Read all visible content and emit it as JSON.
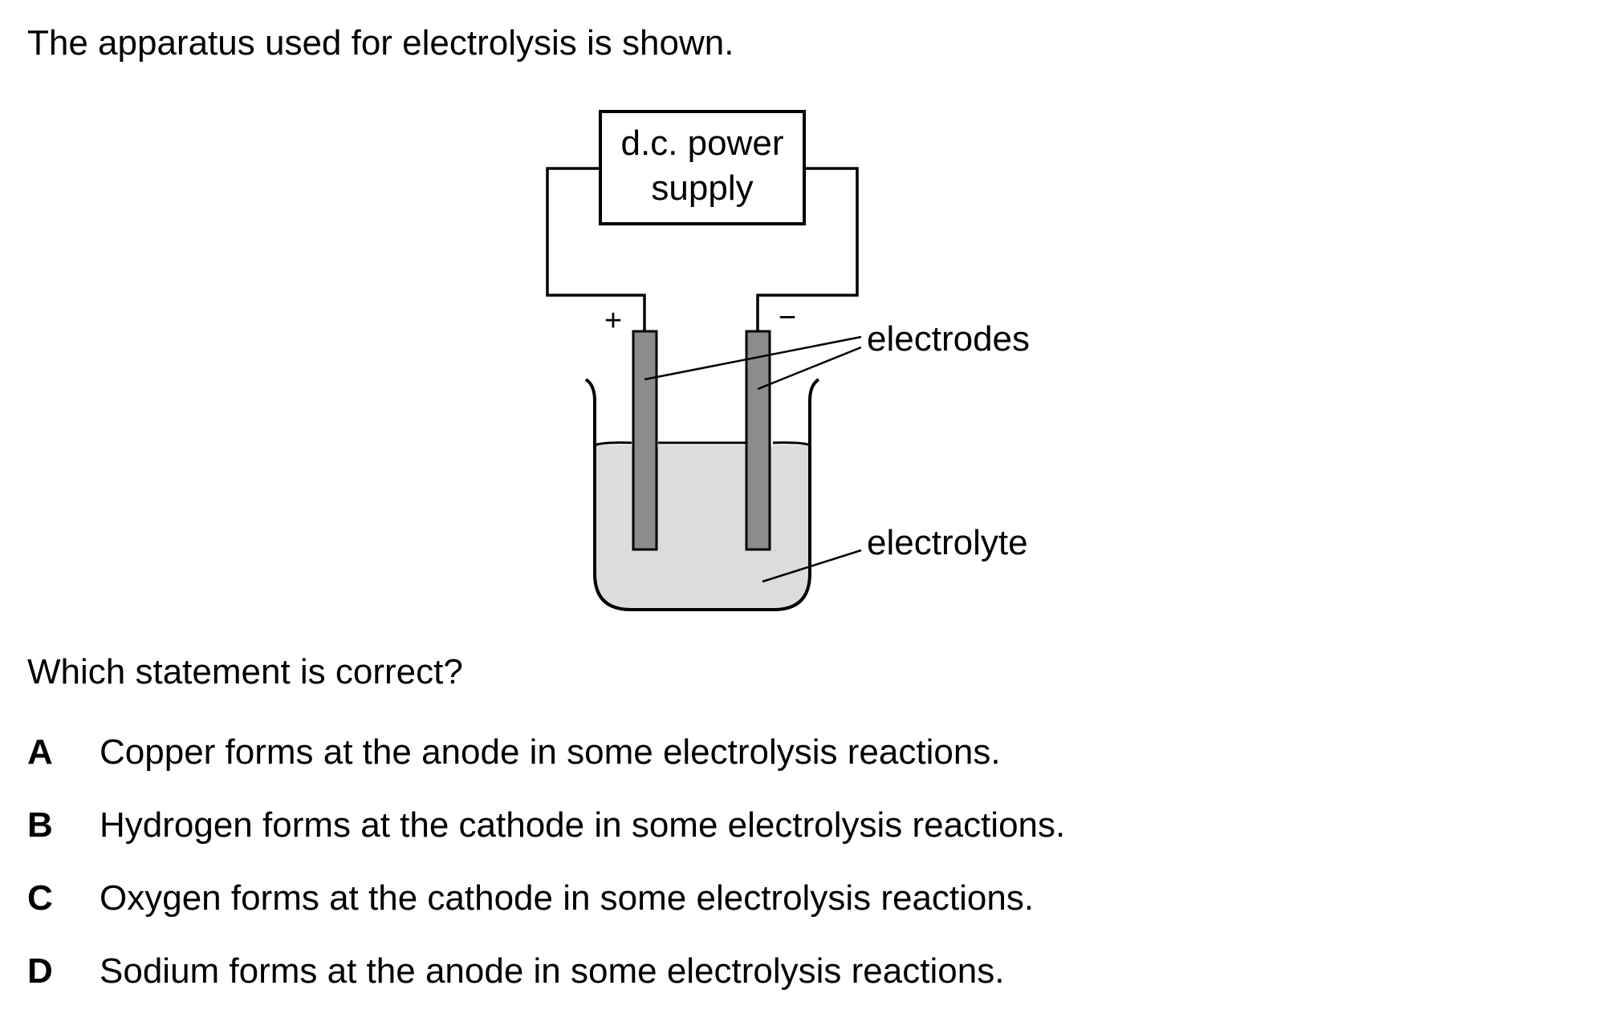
{
  "intro": "The apparatus used for electrolysis is shown.",
  "diagram": {
    "power_supply_line1": "d.c. power",
    "power_supply_line2": "supply",
    "positive_sign": "+",
    "negative_sign": "−",
    "electrodes_label": "electrodes",
    "electrolyte_label": "electrolyte"
  },
  "question": "Which statement is correct?",
  "options": [
    {
      "letter": "A",
      "text": "Copper forms at the anode in some electrolysis reactions."
    },
    {
      "letter": "B",
      "text": "Hydrogen forms at the cathode in some electrolysis reactions."
    },
    {
      "letter": "C",
      "text": "Oxygen forms at the cathode in some electrolysis reactions."
    },
    {
      "letter": "D",
      "text": "Sodium forms at the anode in some electrolysis reactions."
    }
  ],
  "colors": {
    "electrode": "#8c8c8c",
    "electrolyte": "#dcdcdc"
  }
}
